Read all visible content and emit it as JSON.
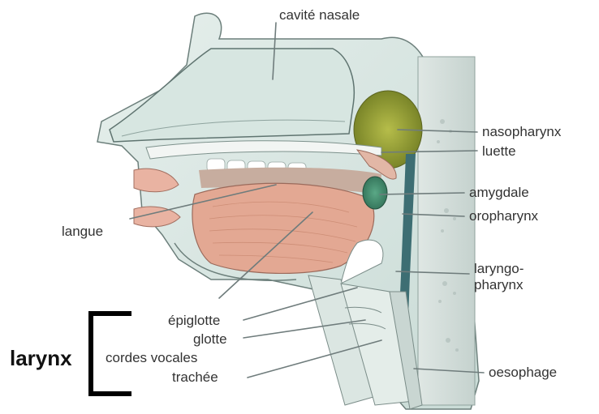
{
  "labels": {
    "cavite_nasale": "cavité nasale",
    "nasopharynx": "nasopharynx",
    "luette": "luette",
    "amygdale": "amygdale",
    "oropharynx": "oropharynx",
    "laryngopharynx_line1": "laryngo-",
    "laryngopharynx_line2": "pharynx",
    "langue": "langue",
    "epiglotte": "épiglotte",
    "glotte": "glotte",
    "cordes_vocales": "cordes vocales",
    "trachee": "trachée",
    "oesophage": "oesophage",
    "larynx": "larynx"
  },
  "colors": {
    "tongue": "#E3A893",
    "soft_tissue": "#D8E8E4",
    "bone": "#F0F4F2",
    "nasopharynx": "#9BA532",
    "pharynx_wall": "#3D6E73",
    "tonsil": "#3C8C6A",
    "leader_line": "#6F7C7C",
    "bracket": "#000000"
  }
}
